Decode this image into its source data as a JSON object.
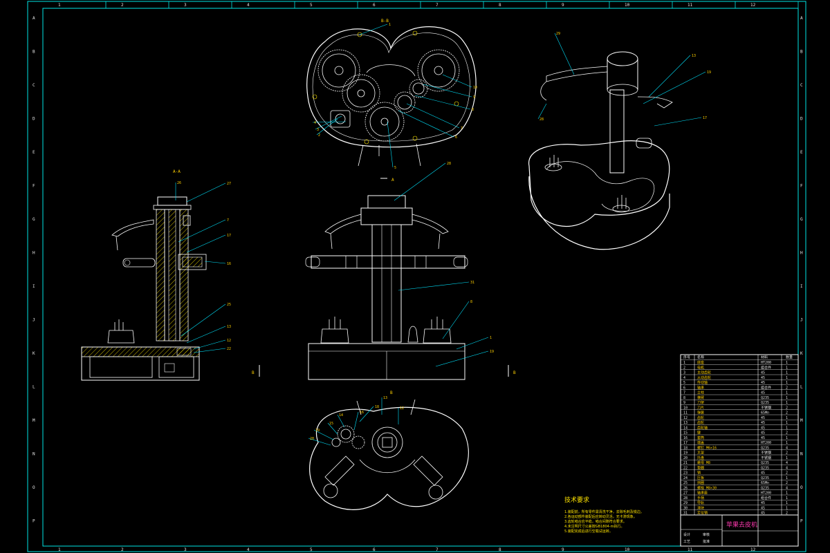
{
  "sheet": {
    "title_block_text": "苹果去皮机",
    "col_zones": [
      "1",
      "2",
      "3",
      "4",
      "5",
      "6",
      "7",
      "8",
      "9",
      "10",
      "11",
      "12"
    ],
    "row_zones": [
      "A",
      "B",
      "C",
      "D",
      "E",
      "F",
      "G",
      "H",
      "I",
      "J",
      "K",
      "L",
      "M",
      "N",
      "O",
      "P"
    ]
  },
  "views": {
    "top_gear_section_label": "B-B",
    "side_section_label": "A-A",
    "cut_marker_a": "A",
    "cut_marker_b": "B"
  },
  "tech_requirements": {
    "heading": "技术要求",
    "lines": [
      "1.装配前，所有零件需清洗干净，去除毛刺及锐边。",
      "2.各运动部件装配后应转动灵活，无卡滞现象。",
      "3.齿轮啮合应平稳，啮合间隙符合要求。",
      "4.未注明尺寸公差按GB1804-m执行。",
      "5.装配完成后进行空载试运转。"
    ]
  },
  "balloons": {
    "top": [
      "10",
      "9",
      "8",
      "7",
      "6",
      "5",
      "4",
      "3",
      "2",
      "1"
    ],
    "side": [
      "26",
      "27",
      "7",
      "17",
      "16",
      "25",
      "13",
      "12",
      "22"
    ],
    "front": [
      "28",
      "31",
      "8",
      "1",
      "19"
    ],
    "iso": [
      "29",
      "13",
      "19",
      "17",
      "28"
    ],
    "bottom": [
      "13",
      "12",
      "16",
      "14",
      "15",
      "19",
      "20",
      "18"
    ]
  },
  "parts_table": {
    "headers": [
      "序号",
      "名称",
      "材料",
      "数量"
    ],
    "rows": [
      [
        "1",
        "底座",
        "HT200",
        "1"
      ],
      [
        "2",
        "电机",
        "组合件",
        "1"
      ],
      [
        "3",
        "主动齿轮",
        "45",
        "1"
      ],
      [
        "4",
        "从动齿轮",
        "45",
        "1"
      ],
      [
        "5",
        "传动轴",
        "45",
        "1"
      ],
      [
        "6",
        "轴承",
        "组合件",
        "2"
      ],
      [
        "7",
        "立柱",
        "45",
        "1"
      ],
      [
        "8",
        "横臂",
        "Q235",
        "1"
      ],
      [
        "9",
        "刀架",
        "Q235",
        "1"
      ],
      [
        "10",
        "刀片",
        "不锈钢",
        "2"
      ],
      [
        "11",
        "弹簧",
        "65Mn",
        "2"
      ],
      [
        "12",
        "齿轮",
        "45",
        "1"
      ],
      [
        "13",
        "齿轮",
        "45",
        "1"
      ],
      [
        "14",
        "齿轮轴",
        "45",
        "1"
      ],
      [
        "15",
        "键",
        "45",
        "2"
      ],
      [
        "16",
        "套筒",
        "45",
        "1"
      ],
      [
        "17",
        "端盖",
        "HT200",
        "1"
      ],
      [
        "18",
        "螺钉 M6×16",
        "Q235",
        "4"
      ],
      [
        "19",
        "叉架",
        "不锈钢",
        "2"
      ],
      [
        "20",
        "托盘",
        "不锈钢",
        "1"
      ],
      [
        "21",
        "螺母 M8",
        "Q235",
        "4"
      ],
      [
        "22",
        "垫圈",
        "Q235",
        "4"
      ],
      [
        "23",
        "销",
        "45",
        "2"
      ],
      [
        "24",
        "压板",
        "Q235",
        "1"
      ],
      [
        "25",
        "挡圈",
        "65Mn",
        "2"
      ],
      [
        "26",
        "螺栓 M8×30",
        "Q235",
        "4"
      ],
      [
        "27",
        "轴承座",
        "HT200",
        "1"
      ],
      [
        "28",
        "手柄",
        "组合件",
        "1"
      ],
      [
        "29",
        "导轨",
        "45",
        "1"
      ],
      [
        "30",
        "滑块",
        "45",
        "1"
      ],
      [
        "31",
        "定位销",
        "45",
        "2"
      ]
    ]
  },
  "title_block": {
    "cells": [
      "设计",
      "审核",
      "工艺",
      "批准"
    ]
  },
  "colors": {
    "border": "#00e6e6",
    "line": "#ffffff",
    "leader": "#00e5ff",
    "hatch": "#ffe600",
    "text": "#ff3ab0"
  }
}
